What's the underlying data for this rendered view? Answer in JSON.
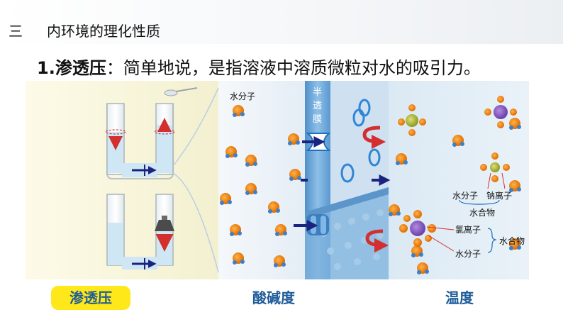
{
  "header": {
    "section_number": "三",
    "section_title": "内环境的理化性质"
  },
  "headline": {
    "number": "1.",
    "term": "渗透压",
    "separator": "：",
    "definition": "简单地说，是指溶液中溶质微粒对水的吸引力。"
  },
  "figure": {
    "water_molecule_label": "水分子",
    "membrane_label": [
      "半",
      "透",
      "膜"
    ],
    "hydrate_top": {
      "water_label": "水分子",
      "ion_label": "钠离子",
      "group_label": "水合物"
    },
    "hydrate_bottom": {
      "ion_label": "氯离子",
      "water_label": "水分子",
      "group_label": "水合物"
    }
  },
  "tabs": [
    {
      "label": "渗透压",
      "active": true
    },
    {
      "label": "酸碱度",
      "active": false
    },
    {
      "label": "温度",
      "active": false
    }
  ],
  "colors": {
    "tab_active_bg": "#ffe81a",
    "tab_text": "#1f5c99",
    "membrane": "#6fa8d8",
    "arrow_navy": "#1a237e",
    "arrow_red": "#d32f2f"
  }
}
